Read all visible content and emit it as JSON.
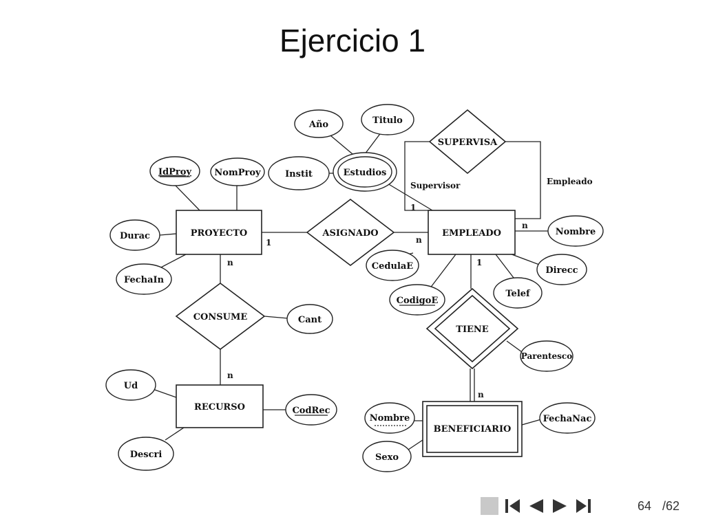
{
  "slide": {
    "title": "Ejercicio 1",
    "page_current": "64",
    "page_total": "/62"
  },
  "diagram": {
    "entities": [
      {
        "id": "proyecto",
        "label": "PROYECTO",
        "weak": false
      },
      {
        "id": "empleado",
        "label": "EMPLEADO",
        "weak": false
      },
      {
        "id": "recurso",
        "label": "RECURSO",
        "weak": false
      },
      {
        "id": "beneficiario",
        "label": "BENEFICIARIO",
        "weak": true
      }
    ],
    "relationships": [
      {
        "id": "supervisa",
        "label": "SUPERVISA",
        "identifying": false
      },
      {
        "id": "asignado",
        "label": "ASIGNADO",
        "identifying": false
      },
      {
        "id": "consume",
        "label": "CONSUME",
        "identifying": false
      },
      {
        "id": "tiene",
        "label": "TIENE",
        "identifying": true
      }
    ],
    "attributes": [
      {
        "id": "anio",
        "label": "Año",
        "key": "none",
        "multivalued": false
      },
      {
        "id": "titulo",
        "label": "Titulo",
        "key": "none",
        "multivalued": false
      },
      {
        "id": "instit",
        "label": "Instit",
        "key": "none",
        "multivalued": false
      },
      {
        "id": "estudios",
        "label": "Estudios",
        "key": "none",
        "multivalued": true
      },
      {
        "id": "idproy",
        "label": "IdProy",
        "key": "primary",
        "multivalued": false
      },
      {
        "id": "nomproy",
        "label": "NomProy",
        "key": "none",
        "multivalued": false
      },
      {
        "id": "durac",
        "label": "Durac",
        "key": "none",
        "multivalued": false
      },
      {
        "id": "fechain",
        "label": "FechaIn",
        "key": "none",
        "multivalued": false
      },
      {
        "id": "cant",
        "label": "Cant",
        "key": "none",
        "multivalued": false
      },
      {
        "id": "ud",
        "label": "Ud",
        "key": "none",
        "multivalued": false
      },
      {
        "id": "descri",
        "label": "Descri",
        "key": "none",
        "multivalued": false
      },
      {
        "id": "codrec",
        "label": "CodRec",
        "key": "primary",
        "multivalued": false
      },
      {
        "id": "nombre_emp",
        "label": "Nombre",
        "key": "none",
        "multivalued": false
      },
      {
        "id": "direcc",
        "label": "Direcc",
        "key": "none",
        "multivalued": false
      },
      {
        "id": "telef",
        "label": "Telef",
        "key": "none",
        "multivalued": false
      },
      {
        "id": "codigoe",
        "label": "CodigoE",
        "key": "primary",
        "multivalued": false
      },
      {
        "id": "cedulae",
        "label": "CedulaE",
        "key": "none",
        "multivalued": false
      },
      {
        "id": "parentesco",
        "label": "Parentesco",
        "key": "none",
        "multivalued": false
      },
      {
        "id": "nombre_ben",
        "label": "Nombre",
        "key": "partial",
        "multivalued": false
      },
      {
        "id": "sexo",
        "label": "Sexo",
        "key": "none",
        "multivalued": false
      },
      {
        "id": "fechanac",
        "label": "FechaNac",
        "key": "none",
        "multivalued": false
      }
    ],
    "roles": [
      {
        "id": "supervisor",
        "label": "Supervisor"
      },
      {
        "id": "empleado_role",
        "label": "Empleado"
      }
    ],
    "cardinalities": [
      {
        "id": "c_supervisor",
        "label": "1"
      },
      {
        "id": "c_empleado_sup",
        "label": "n"
      },
      {
        "id": "c_proy_asig",
        "label": "1"
      },
      {
        "id": "c_emp_asig",
        "label": "n"
      },
      {
        "id": "c_proy_cons",
        "label": "n"
      },
      {
        "id": "c_rec_cons",
        "label": "n"
      },
      {
        "id": "c_emp_tiene",
        "label": "1"
      },
      {
        "id": "c_ben_tiene",
        "label": "n"
      }
    ]
  },
  "nav": {
    "icons": [
      "blank-icon",
      "first-page-icon",
      "prev-page-icon",
      "next-page-icon",
      "last-page-icon"
    ],
    "color": "#333333",
    "blank_color": "#c9c9c9"
  }
}
